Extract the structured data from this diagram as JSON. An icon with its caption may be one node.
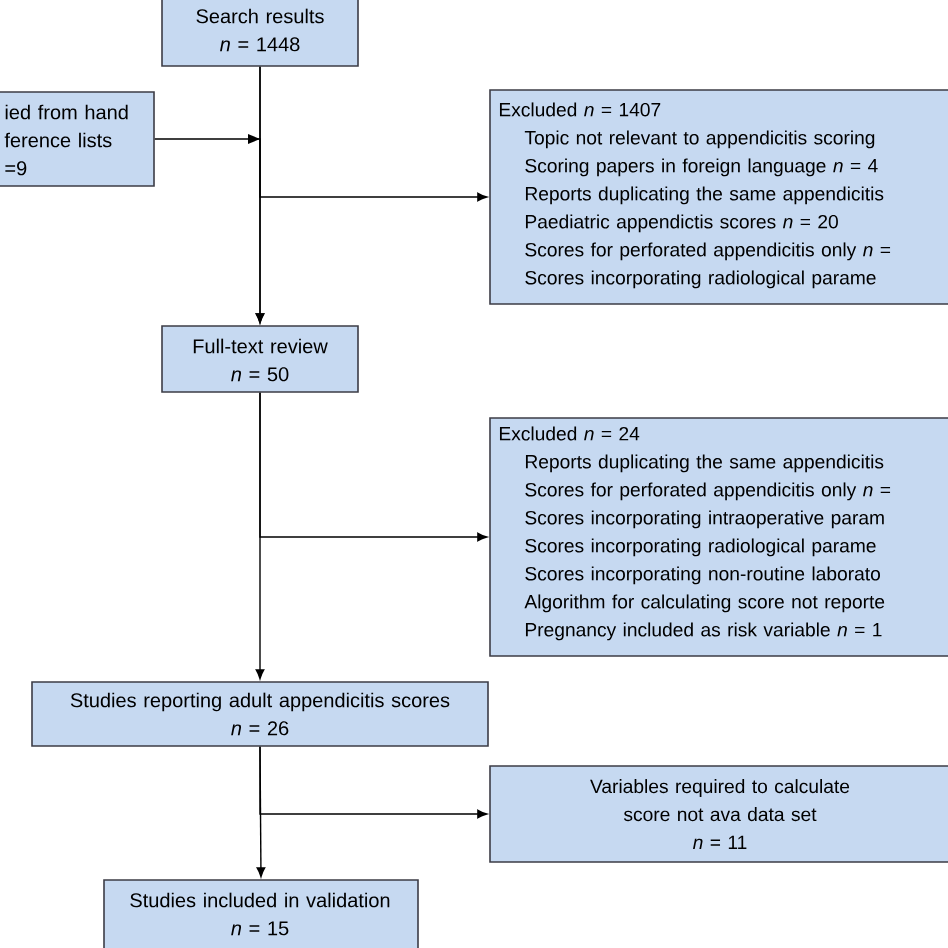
{
  "diagram": {
    "nodes": [
      {
        "text": [
          "Search results",
          "*n* = 1448"
        ]
      },
      {
        "text": [
          "ied from hand ference lists",
          "=9"
        ]
      },
      {
        "text": [
          "Excluded *n* = 1407",
          "Topic not relevant to appendicitis scoring",
          "Scoring papers in foreign language *n* = 4",
          "Reports duplicating the same appendicitis",
          "Paediatric appendictis scores *n* = 20",
          "Scores for perforated appendicitis only *n* =",
          "Scores incorporating radiological parame"
        ]
      },
      {
        "text": [
          "Full-text review",
          "*n* = 50"
        ]
      },
      {
        "text": [
          "Excluded *n* = 24",
          "Reports duplicating the same appendicitis",
          "Scores for perforated appendicitis only *n* =",
          "Scores incorporating intraoperative param",
          "Scores incorporating radiological parame",
          "Scores incorporating non-routine laborato",
          "Algorithm for calculating score not reporte",
          "Pregnancy included as risk variable *n* = 1"
        ]
      },
      {
        "text": [
          "Studies reporting adult appendicitis scores",
          "*n* = 26"
        ]
      },
      {
        "text": [
          "Variables required to calculate score not ava data set",
          "*n* = 11"
        ]
      },
      {
        "text": [
          "Studies included in validation",
          "*n* = 15"
        ]
      }
    ],
    "edges": [
      {
        "from": 0,
        "to": 3,
        "arrow": "to"
      },
      {
        "from": 1,
        "to": 3,
        "arrow": "to"
      },
      {
        "from": 0,
        "to": 2,
        "arrow": "to"
      },
      {
        "from": 3,
        "to": 5,
        "arrow": "to"
      },
      {
        "from": 3,
        "to": 4,
        "arrow": "to"
      },
      {
        "from": 5,
        "to": 7,
        "arrow": "to"
      },
      {
        "from": 5,
        "to": 6,
        "arrow": "to"
      }
    ]
  }
}
